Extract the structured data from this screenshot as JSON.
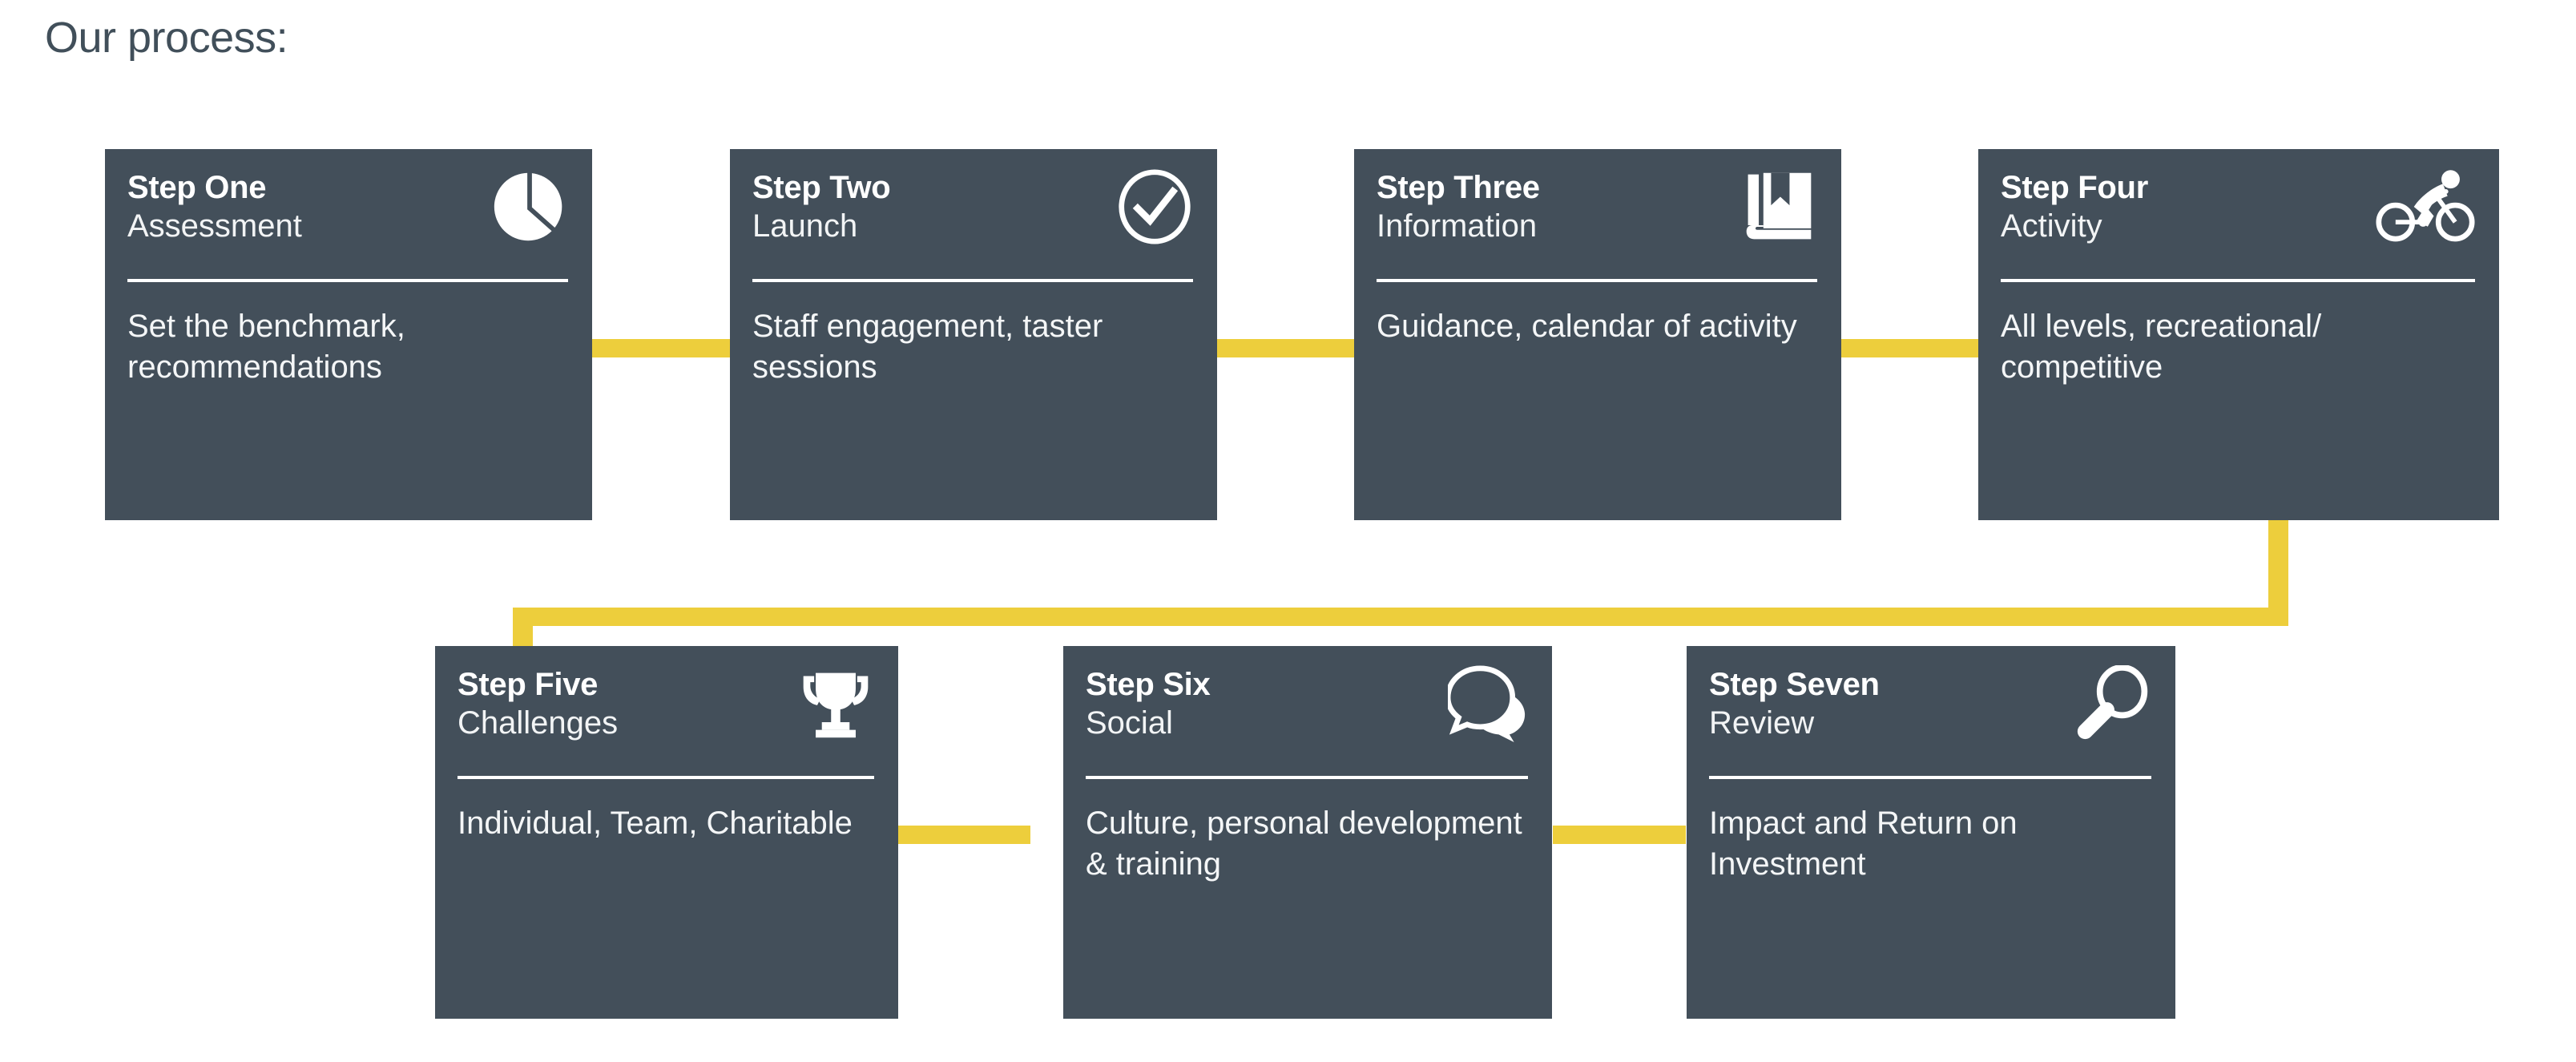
{
  "page": {
    "title": "Our process:",
    "accent_color": "#EDCE3C",
    "card_color": "#434F5A",
    "text_color": "#FFFFFF",
    "background_color": "#FFFFFF"
  },
  "steps": [
    {
      "step": "Step One",
      "subtitle": "Assessment",
      "description": "Set the benchmark, recommendations",
      "icon": "pie-chart-icon"
    },
    {
      "step": "Step Two",
      "subtitle": "Launch",
      "description": "Staff engagement, taster sessions",
      "icon": "check-circle-icon"
    },
    {
      "step": "Step Three",
      "subtitle": "Information",
      "description": "Guidance, calendar of activity",
      "icon": "book-bookmark-icon"
    },
    {
      "step": "Step Four",
      "subtitle": "Activity",
      "description": "All levels, recreational/ competitive",
      "icon": "cyclist-icon"
    },
    {
      "step": "Step Five",
      "subtitle": "Challenges",
      "description": "Individual, Team, Charitable",
      "icon": "trophy-icon"
    },
    {
      "step": "Step Six",
      "subtitle": "Social",
      "description": "Culture, personal development & training",
      "icon": "speech-bubbles-icon"
    },
    {
      "step": "Step Seven",
      "subtitle": "Review",
      "description": "Impact and Return on Investment",
      "icon": "magnifier-icon"
    }
  ],
  "connectors": [
    {
      "name": "connector-step1-step2",
      "orientation": "horizontal"
    },
    {
      "name": "connector-step2-step3",
      "orientation": "horizontal"
    },
    {
      "name": "connector-step3-step4",
      "orientation": "horizontal"
    },
    {
      "name": "connector-step4-down",
      "orientation": "vertical"
    },
    {
      "name": "connector-row-bridge",
      "orientation": "horizontal"
    },
    {
      "name": "connector-down-step5",
      "orientation": "vertical"
    },
    {
      "name": "connector-step5-step6",
      "orientation": "horizontal"
    },
    {
      "name": "connector-step6-step7",
      "orientation": "horizontal"
    }
  ]
}
